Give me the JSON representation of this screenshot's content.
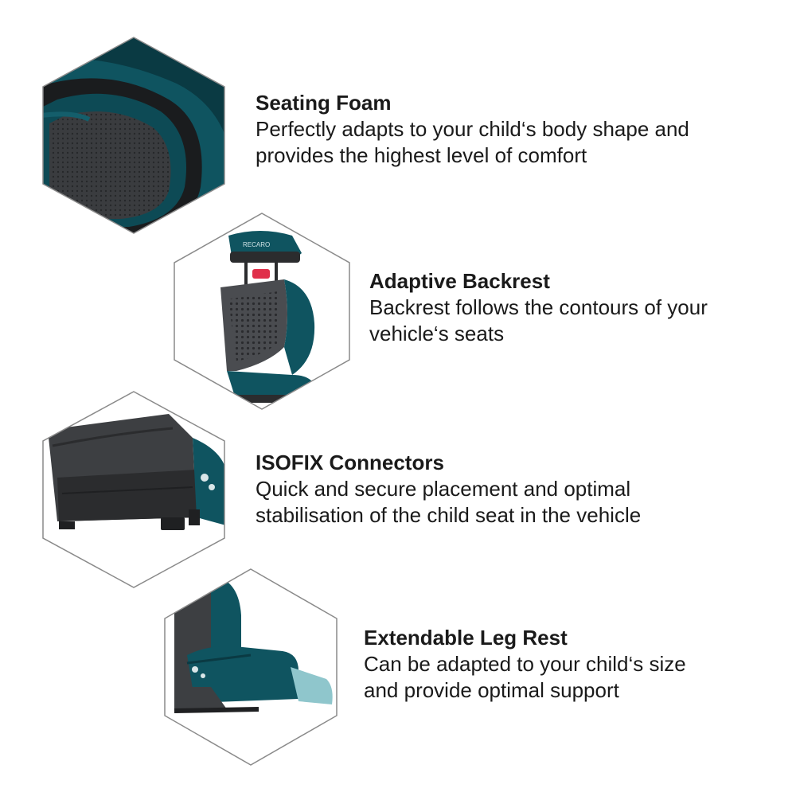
{
  "features": [
    {
      "title": "Seating Foam",
      "description": "Perfectly adapts to your child‘s body shape and\nprovides the highest level of comfort",
      "image": "seating-foam-closeup"
    },
    {
      "title": "Adaptive Backrest",
      "description": "Backrest follows the contours of your\nvehicle‘s seats",
      "image": "adaptive-backrest-side-view",
      "brand_mark": "RECARO"
    },
    {
      "title": "ISOFIX Connectors",
      "description": "Quick and secure placement and optimal\nstabilisation of the child seat in the vehicle",
      "image": "isofix-connectors-base"
    },
    {
      "title": "Extendable Leg Rest",
      "description": "Can be adapted to your child‘s size\nand provide optimal support",
      "image": "extendable-leg-rest-side-view"
    }
  ],
  "colors": {
    "teal": "#0f5460",
    "teal_dark": "#0a3a43",
    "fabric_grey": "#3d3f42",
    "plastic_dark": "#2b2c2e",
    "hex_border": "#8a8a8a",
    "accent_red": "#e0304a",
    "legrest_light": "#8fc6cc"
  }
}
